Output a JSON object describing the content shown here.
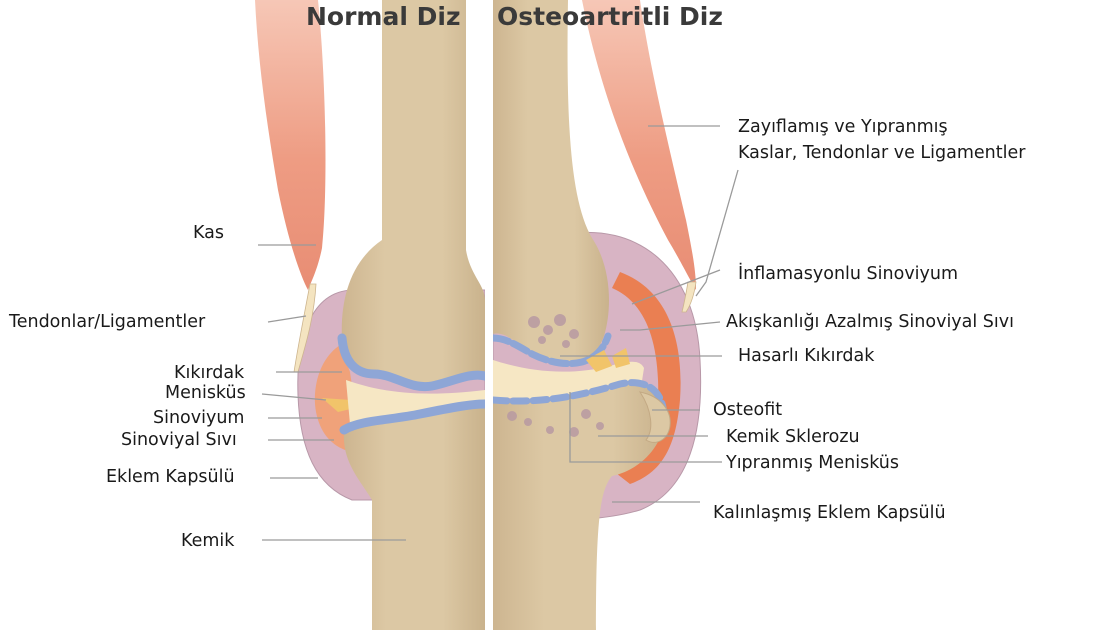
{
  "titles": {
    "normal": "Normal Diz",
    "osteoarthritic": "Osteoartritli Diz"
  },
  "labels_left": {
    "muscle": "Kas",
    "tendons": "Tendonlar/Ligamentler",
    "cartilage": "Kıkırdak",
    "meniscus": "Menisküs",
    "synovium": "Sinoviyum",
    "synovial_fluid": "Sinoviyal Sıvı",
    "joint_capsule": "Eklem Kapsülü",
    "bone": "Kemik"
  },
  "labels_right": {
    "weak_muscles_line1": "Zayıflamış ve Yıpranmış",
    "weak_muscles_line2": "Kaslar, Tendonlar ve Ligamentler",
    "inflamed_synovium": "İnflamasyonlu Sinoviyum",
    "reduced_fluid": "Akışkanlığı Azalmış Sinoviyal Sıvı",
    "damaged_cartilage": "Hasarlı Kıkırdak",
    "osteophyte": "Osteofit",
    "sclerosis": "Kemik Sklerozu",
    "worn_meniscus": "Yıpranmış Menisküs",
    "thick_capsule": "Kalınlaşmış Eklem Kapsülü"
  },
  "colors": {
    "bone": "#dcc8a4",
    "bone_shadow": "#c9b28c",
    "muscle": "#ef9f86",
    "tendon": "#f4e4c0",
    "capsule": "#d8b4c4",
    "synovium": "#f29a6a",
    "cartilage": "#8ea6d6",
    "marrow_spots": "#b89aa2",
    "divider": "#e8e0d0",
    "leader": "#9a9a9a"
  }
}
